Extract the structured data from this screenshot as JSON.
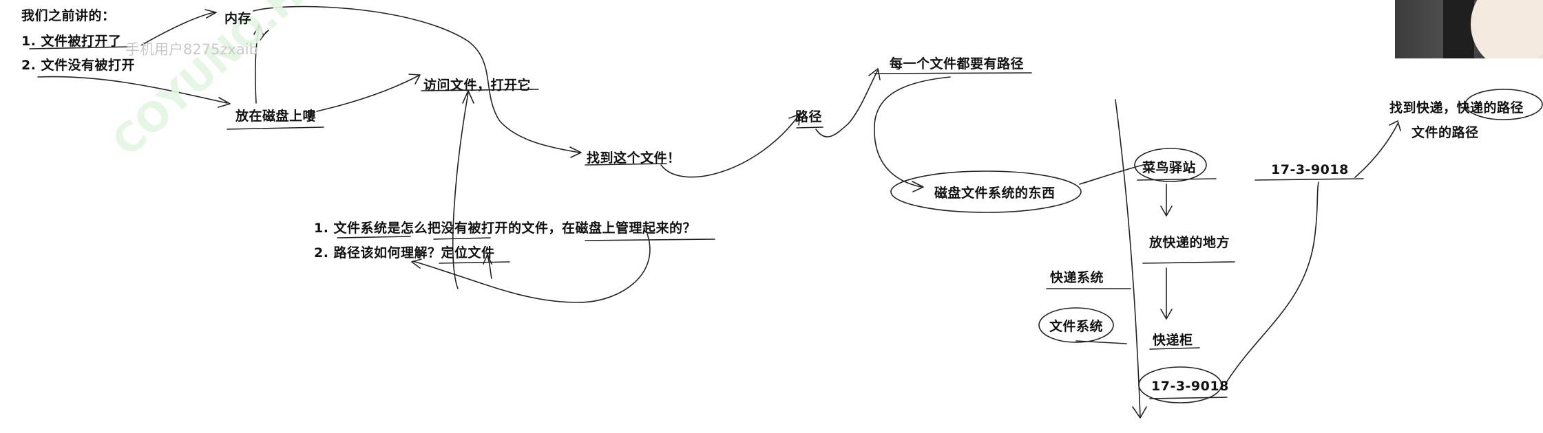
{
  "watermarks": {
    "user_watermark": "手机用户8275zxaib",
    "diagonal_watermark": "COYUNO.HO"
  },
  "left_notes": {
    "heading": "我们之前讲的：",
    "item1": "1. 文件被打开了",
    "item2": "2. 文件没有被打开"
  },
  "nodes": {
    "memory": "内存",
    "on_disk": "放在磁盘上嘍",
    "access_file": "访问文件，打开它",
    "find_file": "找到这个文件！",
    "path": "路径",
    "every_file_path": "每一个文件都要有路径",
    "disk_fs_things": "磁盘文件系统的东西"
  },
  "questions": {
    "q1": "1. 文件系统是怎么把没有被打开的文件，在磁盘上管理起来的？",
    "q2": "2. 路径该如何理解？定位文件"
  },
  "analogy": {
    "cainiao": "菜鸟驿站",
    "parcel_place": "放快递的地方",
    "express_system": "快递系统",
    "file_system": "文件系统",
    "locker": "快递柜",
    "code_top": "17-3-9018",
    "code_bottom": "17-3-9018",
    "find_parcel_line1": "找到快递，快递的路径",
    "find_parcel_line2": "文件的路径"
  }
}
